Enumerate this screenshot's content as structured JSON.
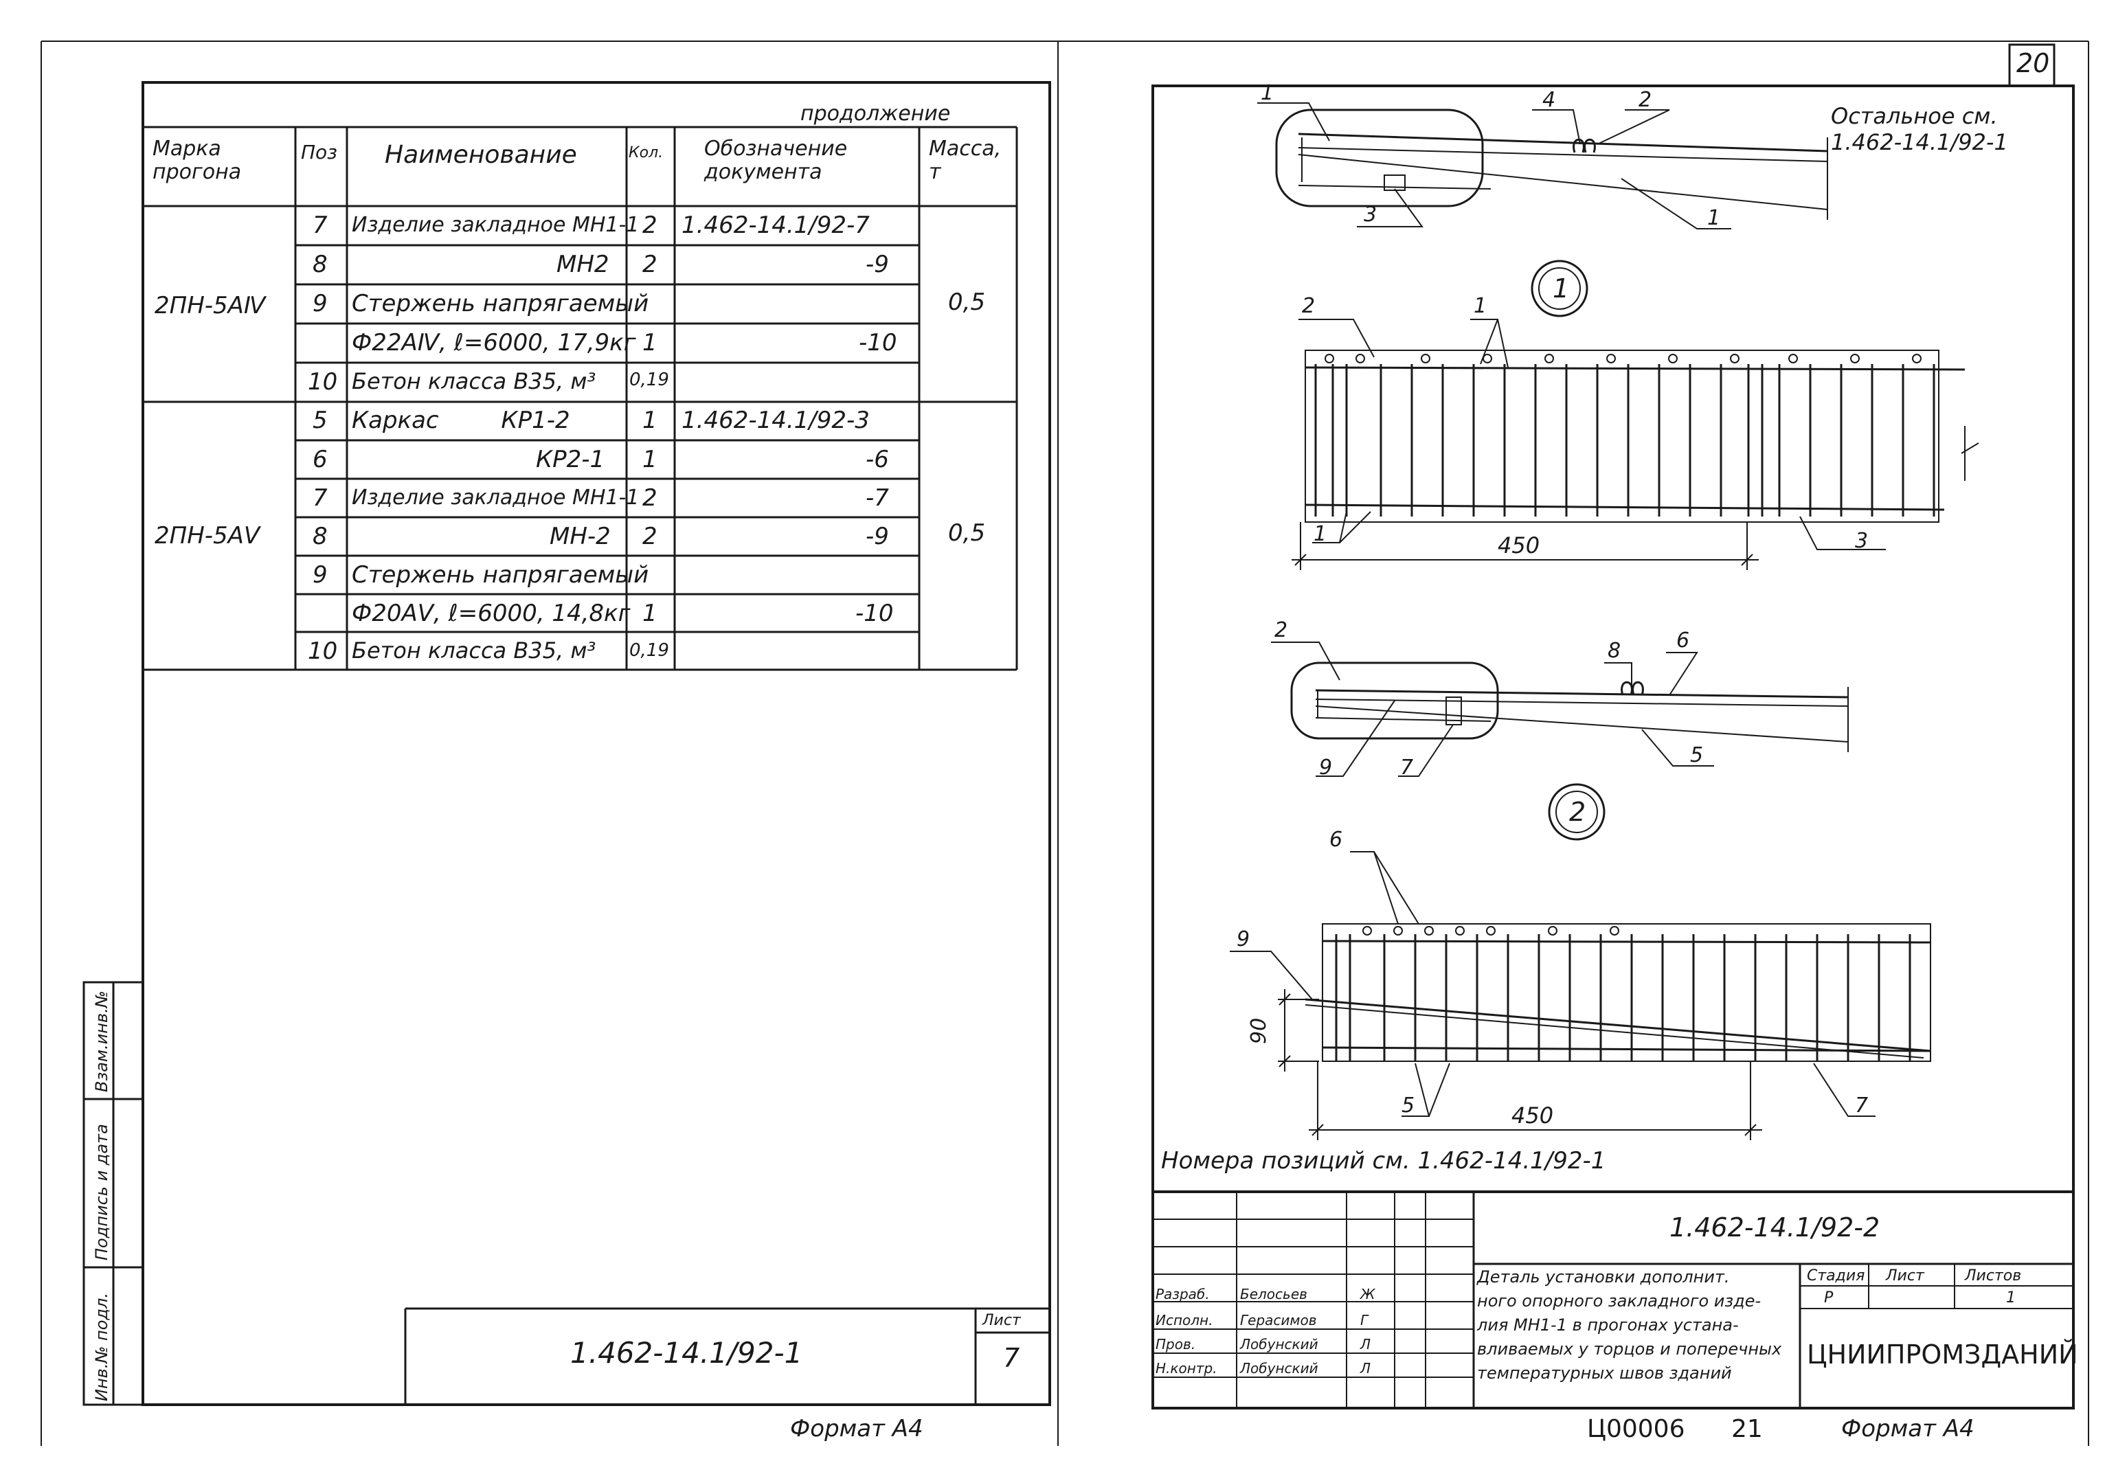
{
  "right_sheet_number": "20",
  "left_sheet": {
    "continuation_label": "продолжение",
    "headers": {
      "mark": "Марка прогона",
      "pos": "Поз",
      "name": "Наименование",
      "qty": "Кол.",
      "doc": "Обозначение документа",
      "mass": "Масса, т"
    },
    "group1": {
      "mark": "2ПН-5АⅣ",
      "mass": "0,5",
      "rows": [
        {
          "pos": "7",
          "name": "Изделие закладное МН1-1",
          "qty": "2",
          "doc": "1.462-14.1/92-7"
        },
        {
          "pos": "8",
          "name": "МН2",
          "qty": "2",
          "doc": "-9"
        },
        {
          "pos": "9",
          "name": "Стержень напрягаемый",
          "qty": "",
          "doc": ""
        },
        {
          "pos": "",
          "name": "Ф22АⅣ, ℓ=6000, 17,9кг",
          "qty": "1",
          "doc": "-10"
        },
        {
          "pos": "10",
          "name": "Бетон класса В35, м³",
          "qty": "0,19",
          "doc": ""
        }
      ]
    },
    "group2": {
      "mark": "2ПН-5АⅤ",
      "mass": "0,5",
      "rows": [
        {
          "pos": "5",
          "name": "Каркас КР1-2",
          "qty": "1",
          "doc": "1.462-14.1/92-3"
        },
        {
          "pos": "6",
          "name": "КР2-1",
          "qty": "1",
          "doc": "-6"
        },
        {
          "pos": "7",
          "name": "Изделие закладное МН1-1",
          "qty": "2",
          "doc": "-7"
        },
        {
          "pos": "8",
          "name": "МН-2",
          "qty": "2",
          "doc": "-9"
        },
        {
          "pos": "9",
          "name": "Стержень напрягаемый",
          "qty": "",
          "doc": ""
        },
        {
          "pos": "",
          "name": "Ф20АⅤ, ℓ=6000, 14,8кг",
          "qty": "1",
          "doc": "-10"
        },
        {
          "pos": "10",
          "name": "Бетон класса В35, м³",
          "qty": "0,19",
          "doc": ""
        }
      ]
    },
    "stamp_code": "1.462-14.1/92-1",
    "stamp_sheet_label": "Лист",
    "stamp_sheet_no": "7",
    "side_labels": [
      "Взам.инв.№",
      "Подпись и дата",
      "Инв.№ подл."
    ],
    "format": "Формат А4"
  },
  "right_sheet": {
    "note_top": "Остальное см. 1.462-14.1/92-1",
    "note_bottom": "Номера позиций см. 1.462-14.1/92-1",
    "callout1": "1",
    "callout2": "2",
    "dim1": "450",
    "dim2": "450",
    "dim3": "90",
    "pos_labels_a": [
      "1",
      "4",
      "2",
      "3",
      "1"
    ],
    "pos_labels_b": [
      "2",
      "1",
      "1",
      "3"
    ],
    "pos_labels_c": [
      "2",
      "8",
      "6",
      "9",
      "7",
      "5"
    ],
    "pos_labels_d": [
      "6",
      "9",
      "5",
      "7"
    ],
    "title_block": {
      "code": "1.462-14.1/92-2",
      "description": "Деталь установки дополнительного опорного закладного изделия МН1-1 в прогонах, устанавливаемых у торцов и поперечных температурных швов зданий",
      "desc_lines": [
        "Деталь установки дополнит.",
        "ного опорного закладного изде-",
        "лия МН1-1 в прогонах устана-",
        "вливаемых у торцов и поперечных",
        "температурных швов зданий"
      ],
      "stage_label": "Стадия",
      "sheet_label": "Лист",
      "sheets_label": "Листов",
      "stage": "Р",
      "sheets": "1",
      "org": "ЦНИИПРОМЗДАНИЙ",
      "roles": [
        {
          "role": "Разраб.",
          "name": "Белосьев",
          "sig": "Ж"
        },
        {
          "role": "Исполн.",
          "name": "Герасимов",
          "sig": "Г"
        },
        {
          "role": "Пров.",
          "name": "Лобунский",
          "sig": "Л"
        },
        {
          "role": "Н.контр.",
          "name": "Лобунский",
          "sig": "Л"
        }
      ]
    },
    "archive": "Ц00006",
    "page": "21",
    "format": "Формат А4"
  }
}
